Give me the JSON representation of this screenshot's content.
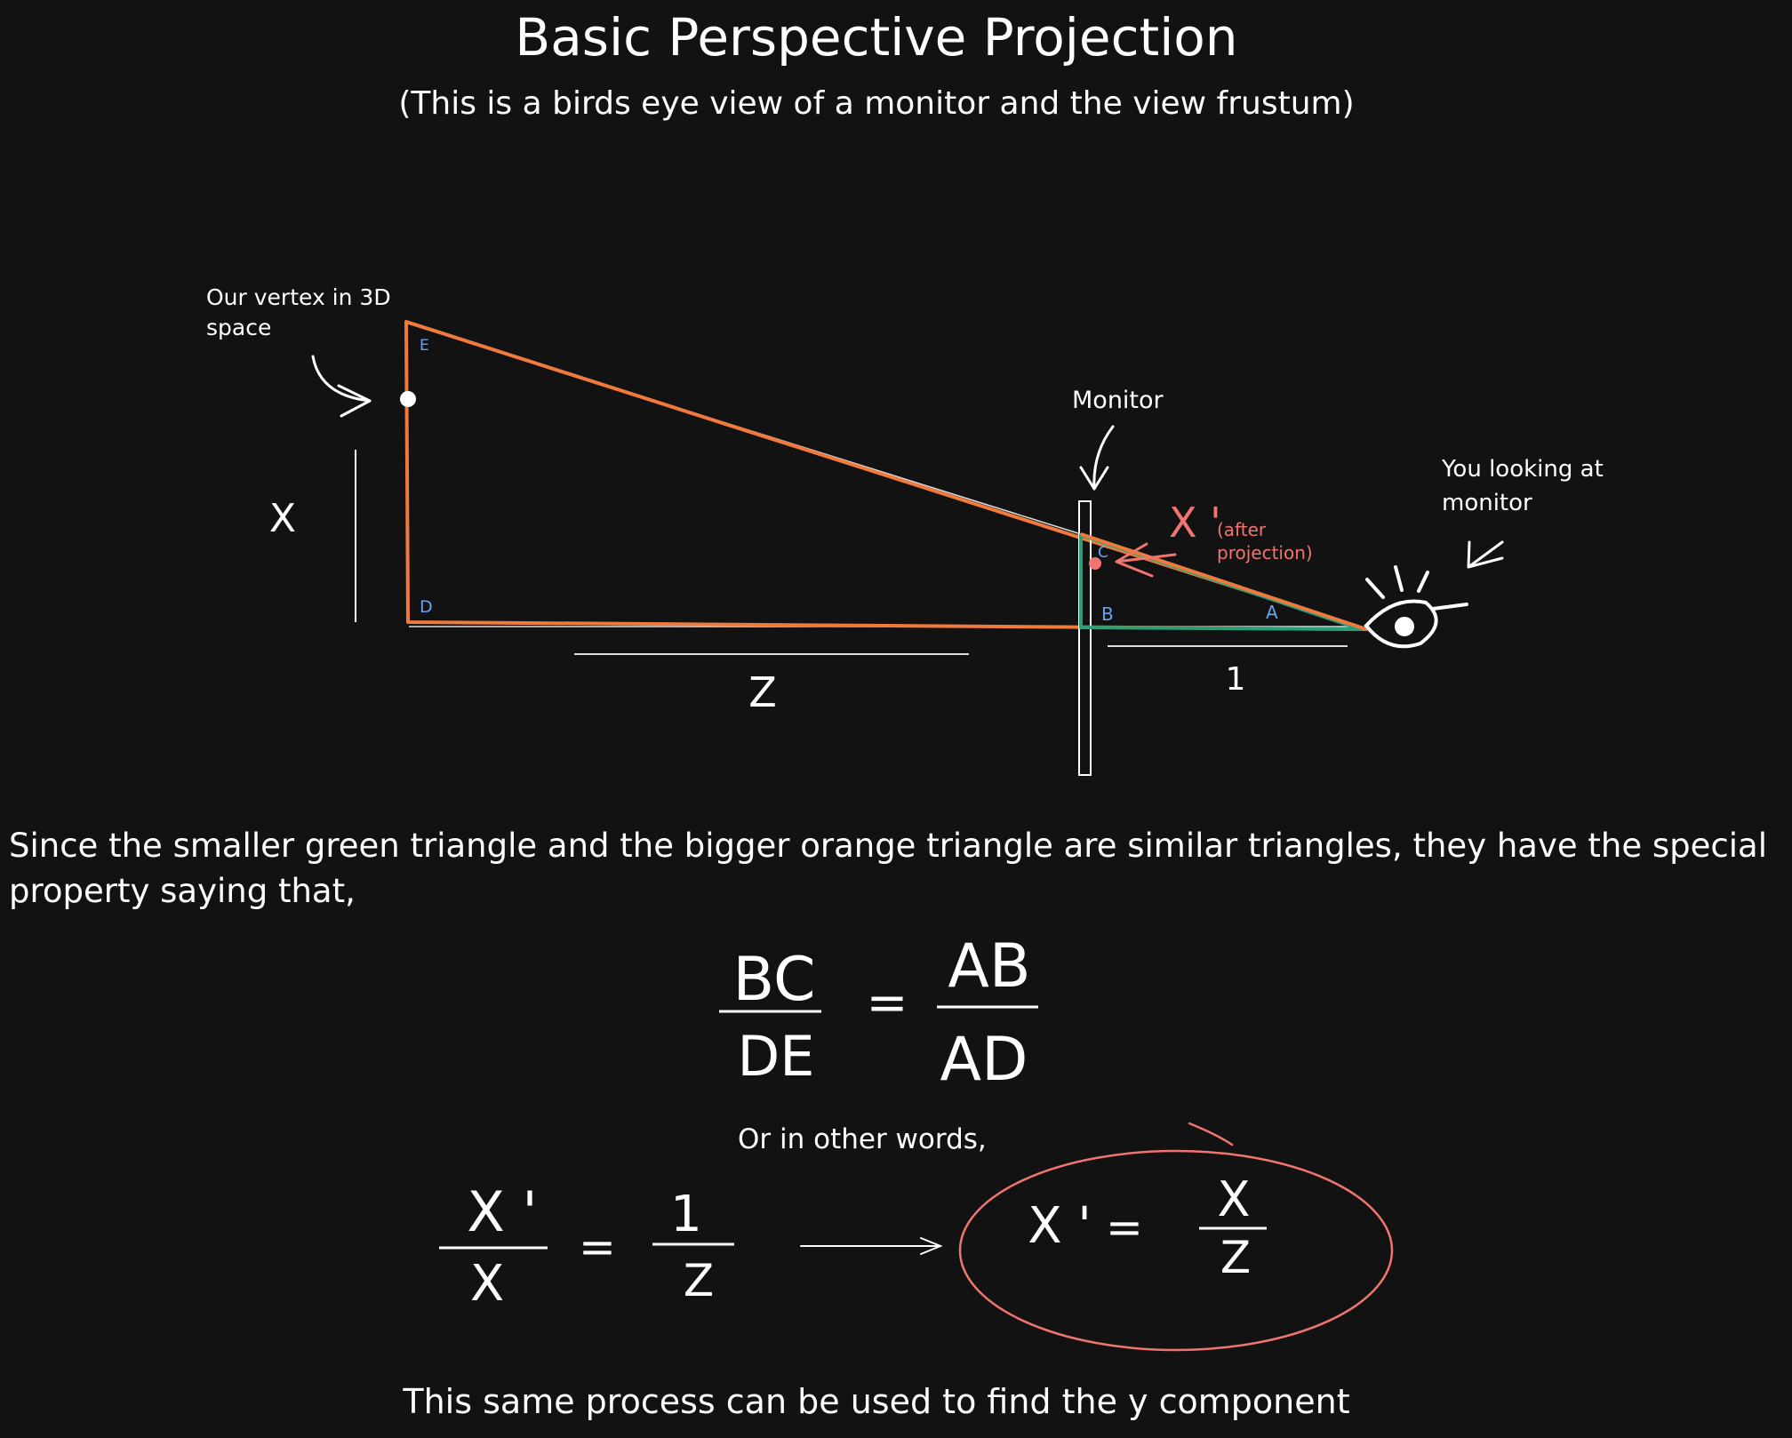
{
  "title": "Basic Perspective Projection",
  "subtitle": "(This is a birds eye view of a monitor and the view frustum)",
  "annotations": {
    "vertex": "Our vertex in 3D space",
    "monitor": "Monitor",
    "viewer": "You looking at monitor",
    "after_projection": "(after projection)"
  },
  "diagram": {
    "points": {
      "a": "A",
      "b": "B",
      "c": "C",
      "d": "D",
      "e": "E"
    },
    "x_label": "X",
    "x_prime_label": "X '",
    "z_label": "Z",
    "one_label": "1"
  },
  "explanation": "Since the smaller green triangle and the bigger orange triangle are similar triangles, they have the special property saying that,",
  "equation1": {
    "num_left": "BC",
    "den_left": "DE",
    "eq": "=",
    "num_right": "AB",
    "den_right": "AD"
  },
  "or_words": "Or in other words,",
  "equation2": {
    "num_left": "X '",
    "den_left": "X",
    "eq": "=",
    "num_right": "1",
    "den_right": "Z"
  },
  "result": {
    "lhs": "X '",
    "eq": "=",
    "num": "X",
    "den": "Z"
  },
  "footer": "This same process can be used to find the y component",
  "colors": {
    "background": "#121212",
    "orange": "#f07a3c",
    "green": "#27a07a",
    "pink": "#f07470",
    "blue_labels": "#6aa3f0",
    "white": "#ffffff"
  }
}
